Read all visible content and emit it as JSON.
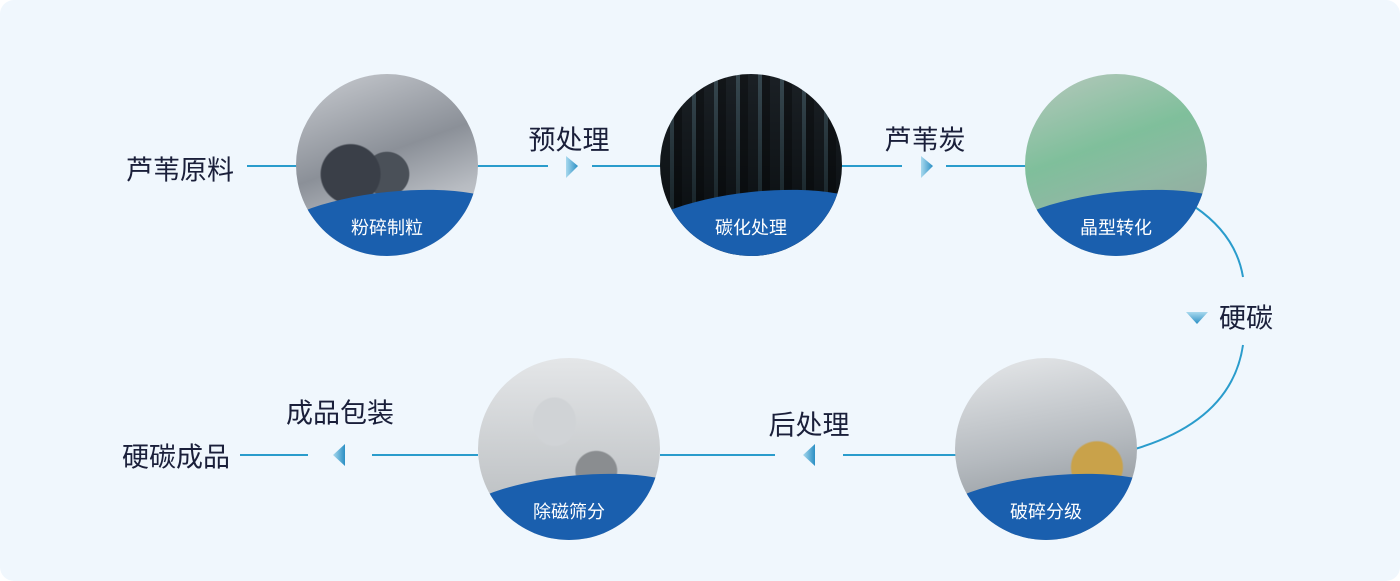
{
  "steps": {
    "raw": "芦苇原料",
    "pretreat": "预处理",
    "reed_char": "芦苇炭",
    "hard_carbon": "硬碳",
    "posttreat": "后处理",
    "packaging": "成品包装",
    "product": "硬碳成品"
  },
  "circles": [
    {
      "label": "粉碎制粒",
      "icon": "hammer-mill-photo"
    },
    {
      "label": "碳化处理",
      "icon": "carbonization-furnace-photo"
    },
    {
      "label": "晶型转化",
      "icon": "conversion-line-photo"
    },
    {
      "label": "破碎分级",
      "icon": "crushing-classifier-photo"
    },
    {
      "label": "除磁筛分",
      "icon": "demagnetizing-sieve-photo"
    }
  ],
  "colors": {
    "line": "#2a9ccc",
    "band": "#1a5fae",
    "background": "#f0f7fd",
    "text": "#1a1f3a"
  }
}
